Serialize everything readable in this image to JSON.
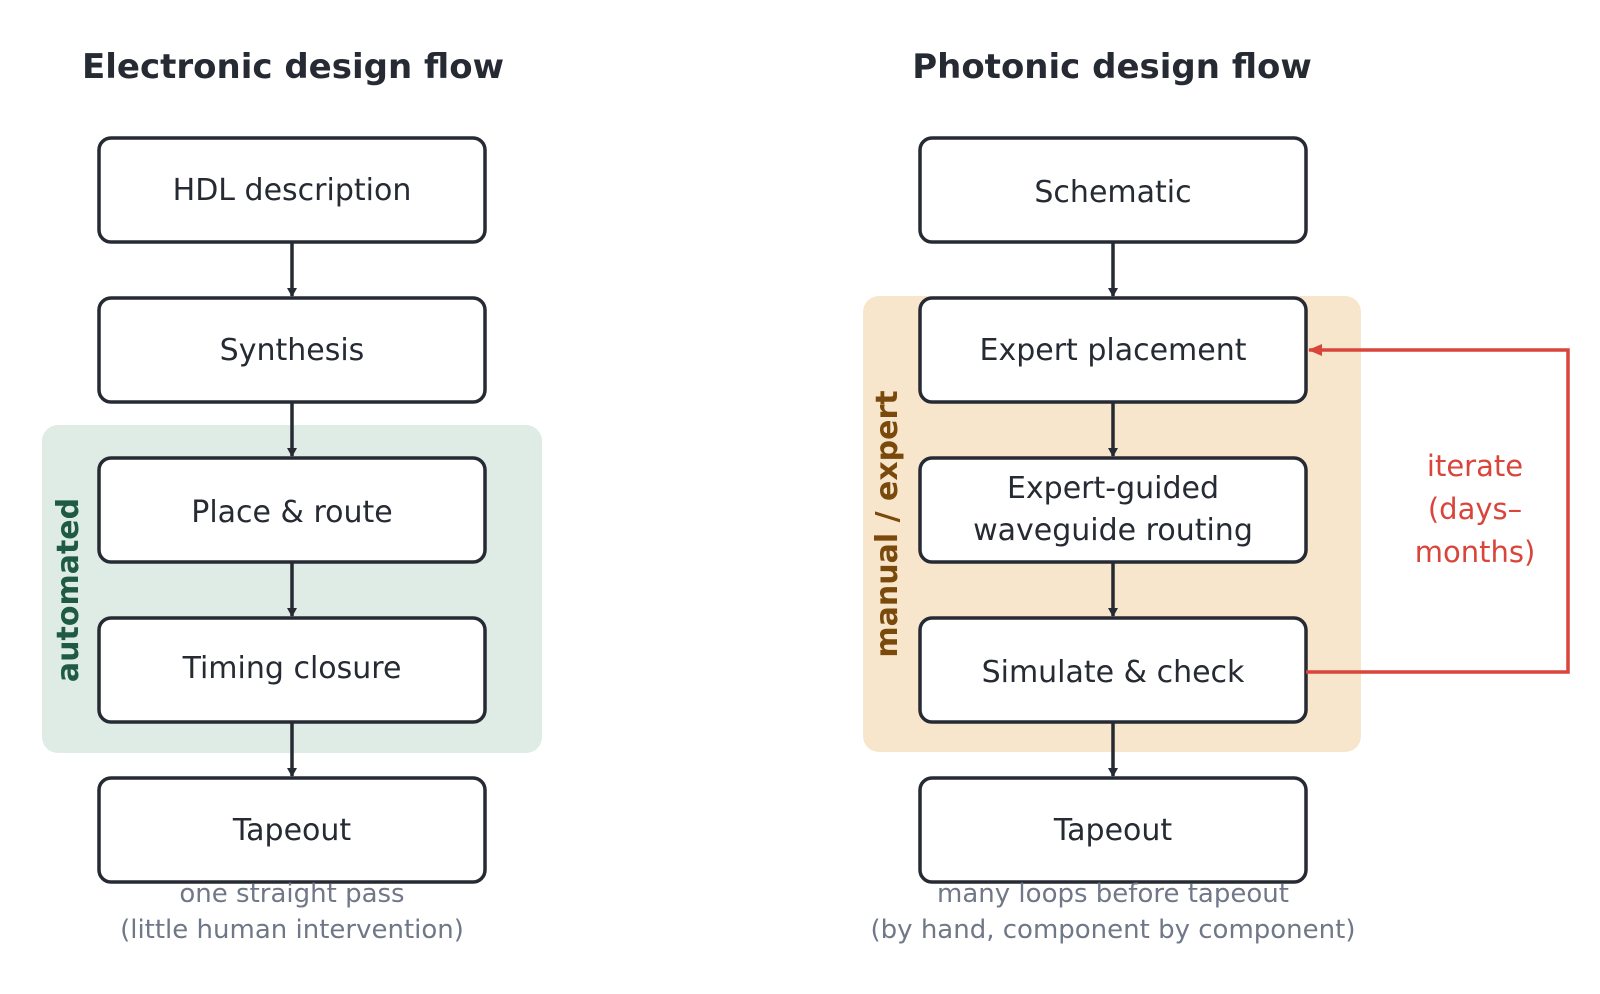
{
  "colors": {
    "ink": "#262a33",
    "automated_band": "#dfece6",
    "automated_text": "#1f5a44",
    "manual_band": "#f8e6cc",
    "manual_text": "#7a4a0c",
    "iterate": "#d9453b",
    "note": "#707888"
  },
  "electronic": {
    "title": "Electronic design flow",
    "steps": [
      "HDL description",
      "Synthesis",
      "Place & route",
      "Timing closure",
      "Tapeout"
    ],
    "band_label": "automated",
    "note_line1": "one straight pass",
    "note_line2": "(little human intervention)"
  },
  "photonic": {
    "title": "Photonic design flow",
    "steps": [
      "Schematic",
      "Expert placement",
      [
        "Expert-guided",
        "waveguide routing"
      ],
      "Simulate & check",
      "Tapeout"
    ],
    "band_label": "manual / expert",
    "iterate_line1": "iterate",
    "iterate_line2": "(days–",
    "iterate_line3": "months)",
    "note_line1": "many loops before tapeout",
    "note_line2": "(by hand, component by component)"
  }
}
